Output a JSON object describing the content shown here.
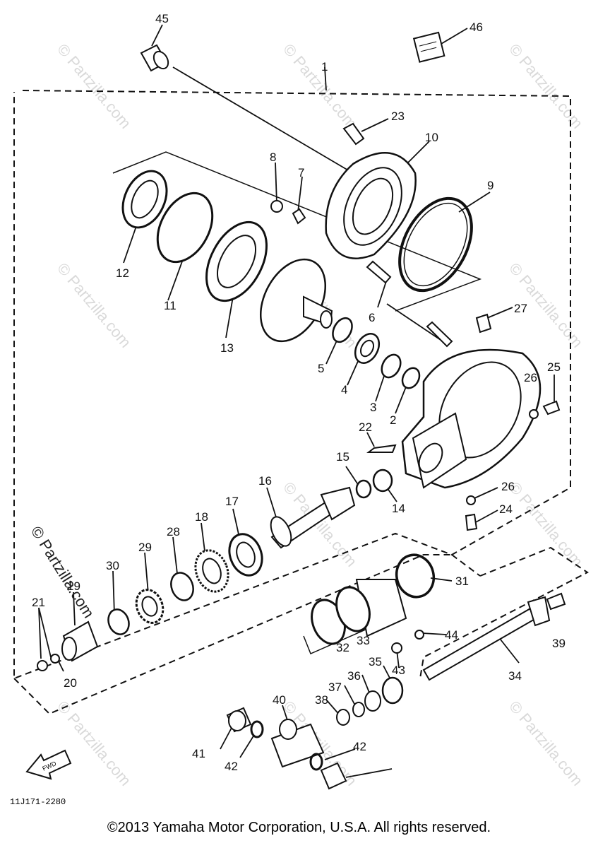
{
  "watermark": "© Partzilla.com",
  "part_number": "11J171-2280",
  "copyright": "©2013 Yamaha Motor Corporation, U.S.A. All rights reserved.",
  "fwd_label": "FWD",
  "parts": [
    {
      "id": "1"
    },
    {
      "id": "2"
    },
    {
      "id": "3"
    },
    {
      "id": "4"
    },
    {
      "id": "5"
    },
    {
      "id": "6"
    },
    {
      "id": "7"
    },
    {
      "id": "8"
    },
    {
      "id": "9"
    },
    {
      "id": "10"
    },
    {
      "id": "11"
    },
    {
      "id": "12"
    },
    {
      "id": "13"
    },
    {
      "id": "14"
    },
    {
      "id": "15"
    },
    {
      "id": "16"
    },
    {
      "id": "17"
    },
    {
      "id": "18"
    },
    {
      "id": "19"
    },
    {
      "id": "20"
    },
    {
      "id": "21"
    },
    {
      "id": "22"
    },
    {
      "id": "23"
    },
    {
      "id": "24"
    },
    {
      "id": "25"
    },
    {
      "id": "26"
    },
    {
      "id": "27"
    },
    {
      "id": "28"
    },
    {
      "id": "29"
    },
    {
      "id": "30"
    },
    {
      "id": "31"
    },
    {
      "id": "32"
    },
    {
      "id": "33"
    },
    {
      "id": "34"
    },
    {
      "id": "35"
    },
    {
      "id": "36"
    },
    {
      "id": "37"
    },
    {
      "id": "38"
    },
    {
      "id": "39"
    },
    {
      "id": "40"
    },
    {
      "id": "41"
    },
    {
      "id": "42"
    },
    {
      "id": "43"
    },
    {
      "id": "44"
    },
    {
      "id": "45"
    },
    {
      "id": "46"
    }
  ],
  "colors": {
    "ink": "#111111",
    "background": "#ffffff"
  }
}
